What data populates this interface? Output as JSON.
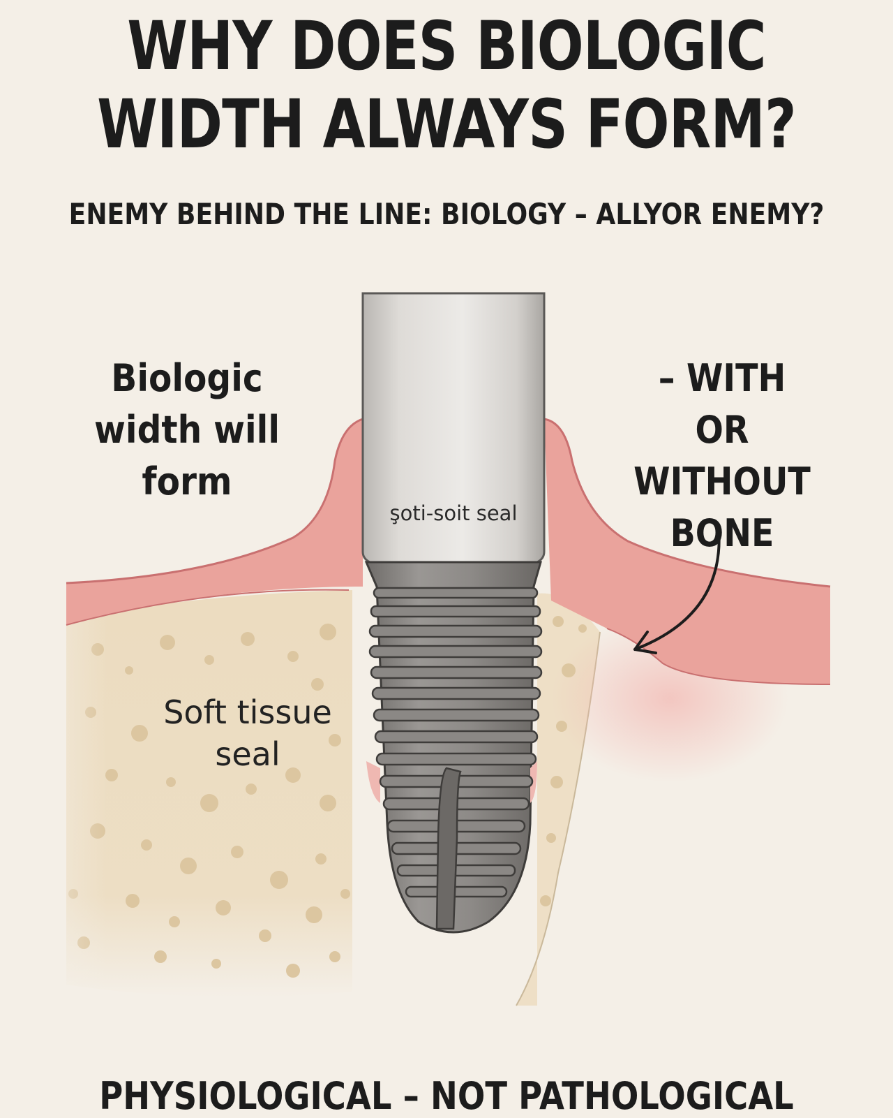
{
  "title": "WHY DOES BIOLOGIC WIDTH ALWAYS FORM?",
  "subtitle": "ENEMY BEHIND THE LINE: BIOLOGY – ALLYOR ENEMY?",
  "callouts": {
    "left": "Biologic width will form",
    "right": "– WITH OR WITHOUT BONE"
  },
  "labels": {
    "soft_tissue": "Soft tissue seal",
    "abutment": "şoti-soit seal"
  },
  "footer": "PHYSIOLOGICAL – NOT PATHOLOGICAL",
  "colors": {
    "background": "#f4efe7",
    "gingiva": "#eaa39c",
    "gingiva_outline": "#c97070",
    "bone": "#ecdcc0",
    "bone_pores": "#dcc6a0",
    "abutment": "#e2dfdb",
    "implant": "#8a8784",
    "text": "#1c1c1c"
  },
  "icons": {
    "arrow": "curved-arrow-icon"
  }
}
